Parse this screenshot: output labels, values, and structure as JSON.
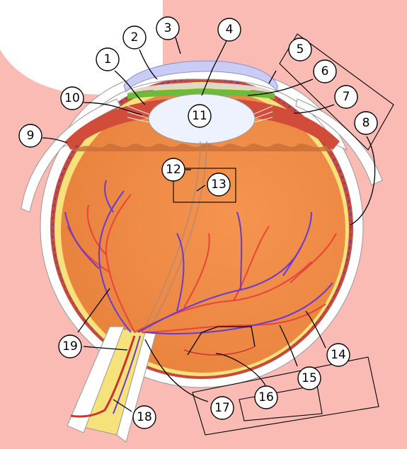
{
  "labels": [
    {
      "id": "1",
      "text": "1"
    },
    {
      "id": "2",
      "text": "2"
    },
    {
      "id": "3",
      "text": "3"
    },
    {
      "id": "4",
      "text": "4"
    },
    {
      "id": "5",
      "text": "5"
    },
    {
      "id": "6",
      "text": "6"
    },
    {
      "id": "7",
      "text": "7"
    },
    {
      "id": "8",
      "text": "8"
    },
    {
      "id": "9",
      "text": "9"
    },
    {
      "id": "10",
      "text": "10"
    },
    {
      "id": "11",
      "text": "11"
    },
    {
      "id": "12",
      "text": "12"
    },
    {
      "id": "13",
      "text": "13"
    },
    {
      "id": "14",
      "text": "14"
    },
    {
      "id": "15",
      "text": "15"
    },
    {
      "id": "16",
      "text": "16"
    },
    {
      "id": "17",
      "text": "17"
    },
    {
      "id": "18",
      "text": "18"
    },
    {
      "id": "19",
      "text": "19"
    }
  ],
  "colors": {
    "background": "#fbbbb5",
    "sclera": "#ffffff",
    "choroid": "#c84a3a",
    "retina": "#f6e27a",
    "vitreous": "#f0924e",
    "lens": "#eef2ff",
    "cornea": "#c9cdf5",
    "ciliary_body": "#d24c3a",
    "iris": "#6dbb3a",
    "artery": "#e8443a",
    "vein": "#6a3ad0",
    "optic_nerve": "#f6e27a",
    "highlight_label": "#ffee00"
  }
}
